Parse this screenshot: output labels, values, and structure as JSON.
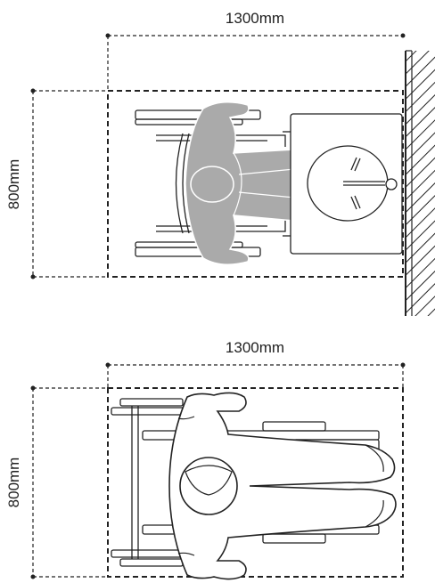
{
  "diagrams": [
    {
      "width_label": "1300mm",
      "depth_label": "800mm"
    },
    {
      "width_label": "1300mm",
      "depth_label": "800mm"
    }
  ],
  "colors": {
    "line": "#222222",
    "body_fill": "#aaaaaa",
    "body_stroke": "#ffffff",
    "background": "#ffffff"
  }
}
